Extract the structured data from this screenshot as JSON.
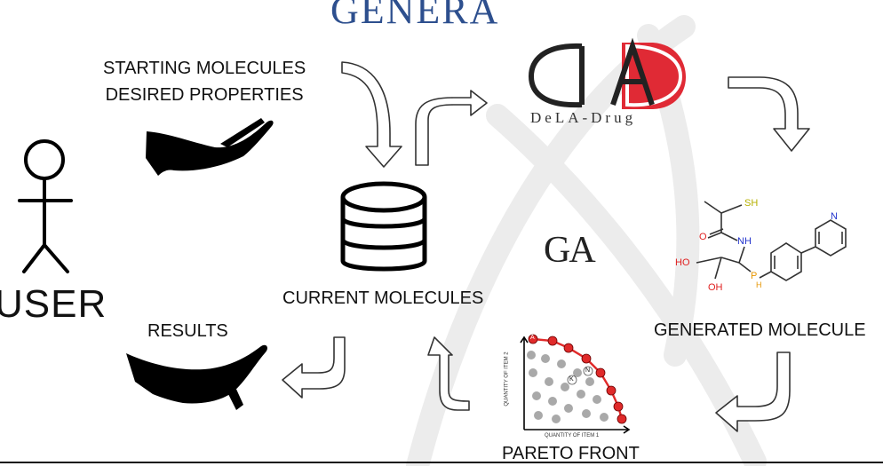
{
  "title": "GENERA",
  "labels": {
    "starting_molecules": "STARTING MOLECULES",
    "desired_properties": "DESIRED PROPERTIES",
    "user": "USER",
    "current_molecules": "CURRENT MOLECULES",
    "results": "RESULTS",
    "generated_molecules": "GENERATED MOLECULE",
    "pareto_front": "PARETO FRONT",
    "ga": "GA"
  },
  "logo": {
    "text": "DeLA-Drug",
    "accent_color": "#e02a35"
  },
  "molecule_atoms": {
    "sh": "SH",
    "o": "O",
    "nh": "NH",
    "ho": "HO",
    "oh": "OH",
    "p": "P",
    "h": "H",
    "n": "N"
  },
  "pareto_plot": {
    "x_label": "QUANTITY OF ITEM 1",
    "y_label": "QUANTITY OF ITEM 2",
    "point_labels": {
      "a": "A",
      "k": "K",
      "n": "N"
    },
    "front_color": "#e02a2a",
    "dominated_color": "#a9a9a9"
  },
  "colors": {
    "title": "#2d4f8e",
    "oxygen": "#e02020",
    "nitrogen": "#2233cc",
    "sulfur": "#b5b000",
    "phosphorus": "#e69500"
  }
}
